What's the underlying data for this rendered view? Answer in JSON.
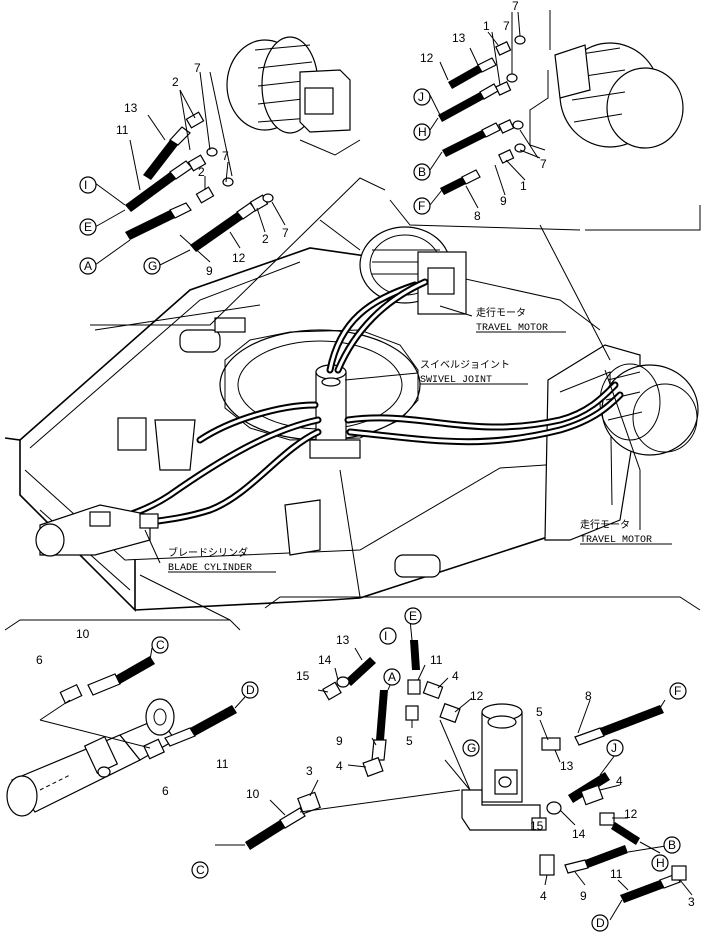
{
  "labels": {
    "travel_motor_upper_jp": "走行モータ",
    "travel_motor_upper_en": "TRAVEL MOTOR",
    "swivel_joint_jp": "スイベルジョイント",
    "swivel_joint_en": "SWIVEL JOINT",
    "travel_motor_lower_jp": "走行モータ",
    "travel_motor_lower_en": "TRAVEL MOTOR",
    "blade_cylinder_jp": "ブレードシリンダ",
    "blade_cylinder_en": "BLADE CYLINDER"
  },
  "upper_left_detail": {
    "part_numbers": [
      "13",
      "2",
      "7",
      "11",
      "7",
      "2",
      "2",
      "7",
      "12",
      "9"
    ],
    "hose_letters": [
      "I",
      "E",
      "A",
      "G"
    ]
  },
  "upper_right_detail": {
    "part_numbers": [
      "7",
      "13",
      "1",
      "12",
      "7",
      "1",
      "7",
      "9",
      "8"
    ],
    "hose_letters": [
      "J",
      "H",
      "B",
      "F"
    ]
  },
  "blade_detail": {
    "part_numbers": [
      "10",
      "6",
      "11",
      "6"
    ],
    "hose_letters": [
      "C",
      "D"
    ]
  },
  "swivel_detail": {
    "part_numbers": [
      "13",
      "14",
      "15",
      "11",
      "4",
      "12",
      "5",
      "8",
      "9",
      "5",
      "4",
      "3",
      "10",
      "13",
      "4",
      "12",
      "14",
      "15",
      "4",
      "9",
      "11",
      "3"
    ],
    "hose_letters": [
      "I",
      "E",
      "A",
      "G",
      "F",
      "J",
      "B",
      "H",
      "C",
      "D"
    ]
  }
}
